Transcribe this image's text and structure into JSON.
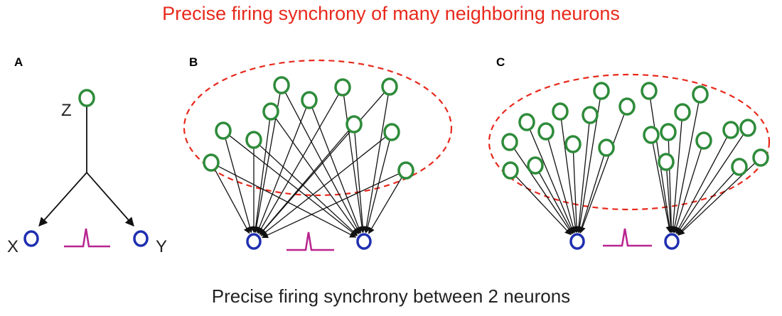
{
  "title_top": "Precise firing synchrony of many neighboring neurons",
  "title_bottom": "Precise firing synchrony between 2 neurons",
  "panels": [
    {
      "letter": "A"
    },
    {
      "letter": "B"
    },
    {
      "letter": "C"
    }
  ],
  "nodes_A": {
    "source": "Z",
    "left_target": "X",
    "right_target": "Y"
  },
  "colors": {
    "title_red": "#e8291c",
    "source_green": "#2e8b3a",
    "target_blue": "#1f2fb0",
    "spike_magenta": "#b8248f",
    "ellipse_red": "#e8291c",
    "arrow_black": "#111111"
  },
  "icons": [
    "green-neuron-circle",
    "blue-neuron-circle",
    "spike-waveform-icon",
    "dashed-ellipse"
  ]
}
